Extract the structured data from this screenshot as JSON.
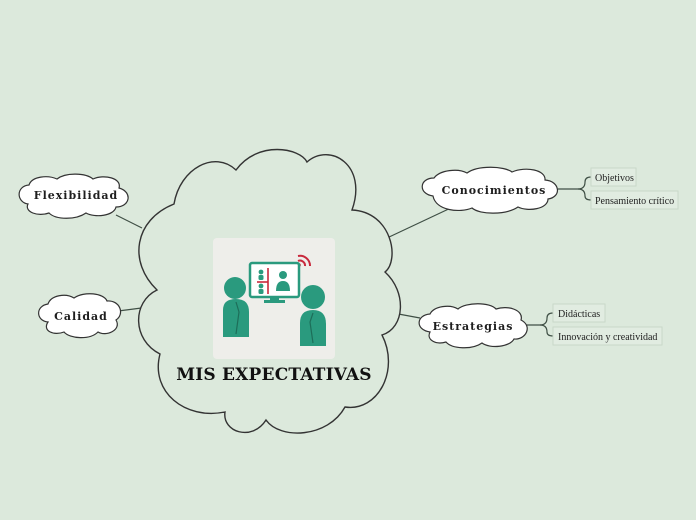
{
  "central": {
    "title": "MIS EXPECTATIVAS"
  },
  "branches": {
    "flexibilidad": "Flexibilidad",
    "calidad": "Calidad",
    "conocimientos": "Conocimientos",
    "estrategias": "Estrategias"
  },
  "leaves": {
    "conocimientos": [
      "Objetivos",
      "Pensamiento crítico"
    ],
    "estrategias": [
      "Didácticas",
      "Innovación y creatividad"
    ]
  },
  "colors": {
    "background": "#dce9dc",
    "accent_teal": "#2a9a7e",
    "accent_red": "#c8283c",
    "line": "#3a4a40"
  }
}
